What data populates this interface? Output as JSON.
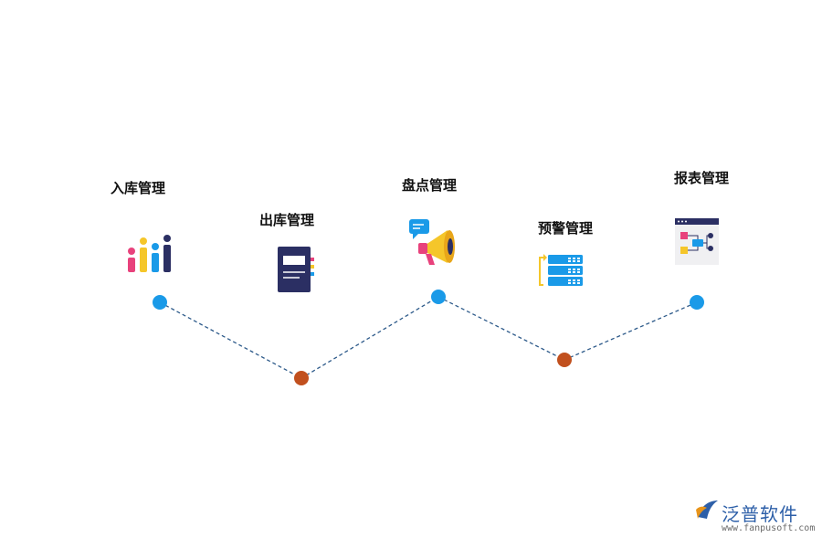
{
  "steps": [
    {
      "label": "入库管理",
      "icon": "bar-chart-icon",
      "node": "top"
    },
    {
      "label": "出库管理",
      "icon": "notebook-icon",
      "node": "bottom"
    },
    {
      "label": "盘点管理",
      "icon": "megaphone-icon",
      "node": "top"
    },
    {
      "label": "预警管理",
      "icon": "server-rack-icon",
      "node": "bottom"
    },
    {
      "label": "报表管理",
      "icon": "flowchart-board-icon",
      "node": "top"
    }
  ],
  "colors": {
    "node_top": "#1a9ae8",
    "node_bottom": "#c1501e",
    "connector": "#2d5a8a",
    "brand": "#2d5fa8"
  },
  "brand": {
    "name": "泛普软件",
    "url": "www.fanpusoft.com",
    "icon": "fanpu-logo-icon"
  }
}
